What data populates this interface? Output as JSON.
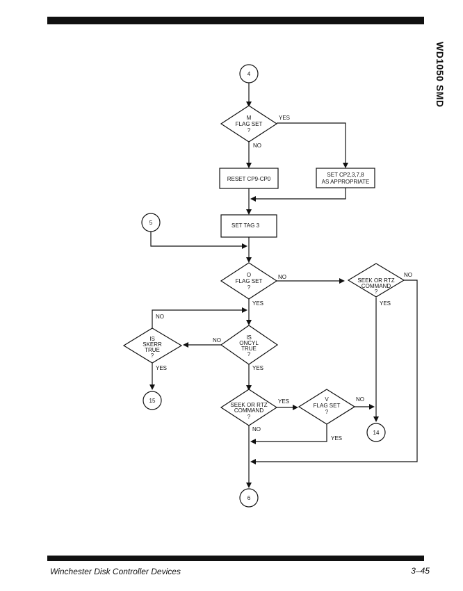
{
  "header": {
    "side_title": "WD1050 SMD"
  },
  "footer": {
    "left_text": "Winchester Disk Controller Devices",
    "page_number": "3–45"
  },
  "flowchart": {
    "connector_4": "4",
    "connector_5": "5",
    "connector_6": "6",
    "connector_14": "14",
    "connector_15": "15",
    "decision_m_flag": [
      "M",
      "FLAG SET",
      "?"
    ],
    "box_reset_cp": "RESET CP9-CP0",
    "box_set_cp": [
      "SET CP2,3,7,8",
      "AS APPROPRIATE"
    ],
    "box_set_tag3": "SET TAG 3",
    "decision_o_flag": [
      "O",
      "FLAG SET",
      "?"
    ],
    "decision_seek_rtz_right": [
      "SEEK OR RTZ",
      "COMMAND",
      "?"
    ],
    "decision_is_oncyl": [
      "IS",
      "ONCYL",
      "TRUE",
      "?"
    ],
    "decision_is_skerr": [
      "IS",
      "SKERR",
      "TRUE",
      "?"
    ],
    "decision_seek_rtz_bottom": [
      "SEEK OR RTZ",
      "COMMAND",
      "?"
    ],
    "decision_v_flag": [
      "V",
      "FLAG SET",
      "?"
    ],
    "labels": {
      "yes": "YES",
      "no": "NO"
    }
  }
}
